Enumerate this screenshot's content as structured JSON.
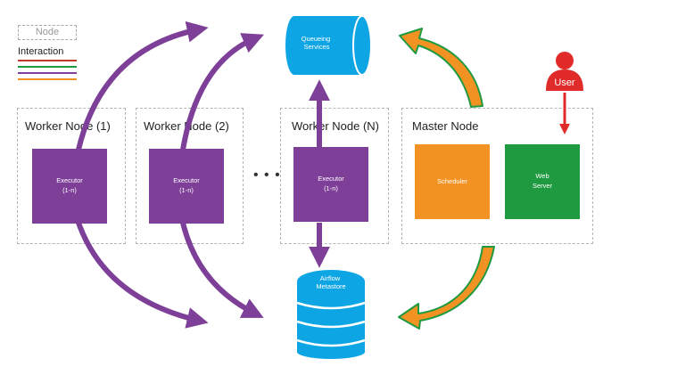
{
  "legend": {
    "node_label": "Node",
    "interaction_label": "Interaction",
    "line_colors": [
      "#c0392b",
      "#1f9a40",
      "#7d3f98",
      "#f29222"
    ]
  },
  "worker_nodes": [
    {
      "title": "Worker Node (1)",
      "executor": "Executor\n(1-n)"
    },
    {
      "title": "Worker Node (2)",
      "executor": "Executor\n(1-n)"
    },
    {
      "title": "Worker Node (N)",
      "executor": "Executor\n(1-n)"
    }
  ],
  "ellipsis": "• • •",
  "master_node": {
    "title": "Master Node",
    "scheduler": "Scheduler",
    "web_server": "Web\nServer"
  },
  "queueing_services": "Queueing\nServices",
  "metastore": "Airflow\nMetastore",
  "user": "User",
  "colors": {
    "executor": "#7d3f98",
    "scheduler": "#f29222",
    "web_server": "#1f9a40",
    "queue": "#0ea5e5",
    "user": "#e12b2b",
    "purple_arrow": "#7d3f98",
    "orange_arrow": "#f29222",
    "green_outline": "#1f9a40"
  }
}
